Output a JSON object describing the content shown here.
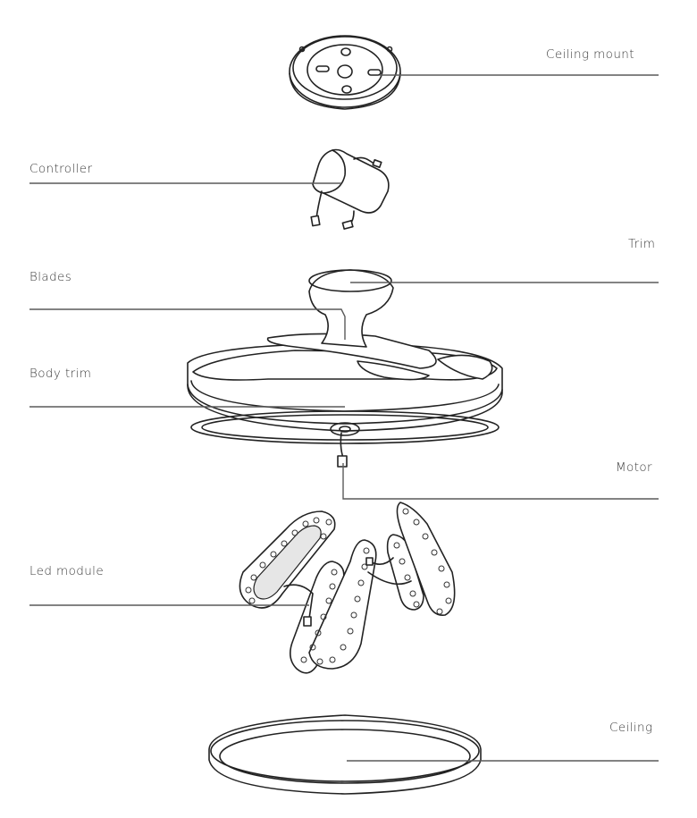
{
  "labels": {
    "ceiling_mount": "Ceiling mount",
    "controller": "Controller",
    "trim": "Trim",
    "blades": "Blades",
    "body_trim": "Body trim",
    "motor": "Motor",
    "led_module": "Led module",
    "ceiling": "Ceiling"
  },
  "colors": {
    "ink": "#222222",
    "leader": "#5a5a5a",
    "label": "#3a3a3a",
    "led_fill": "#e6e6e6"
  }
}
